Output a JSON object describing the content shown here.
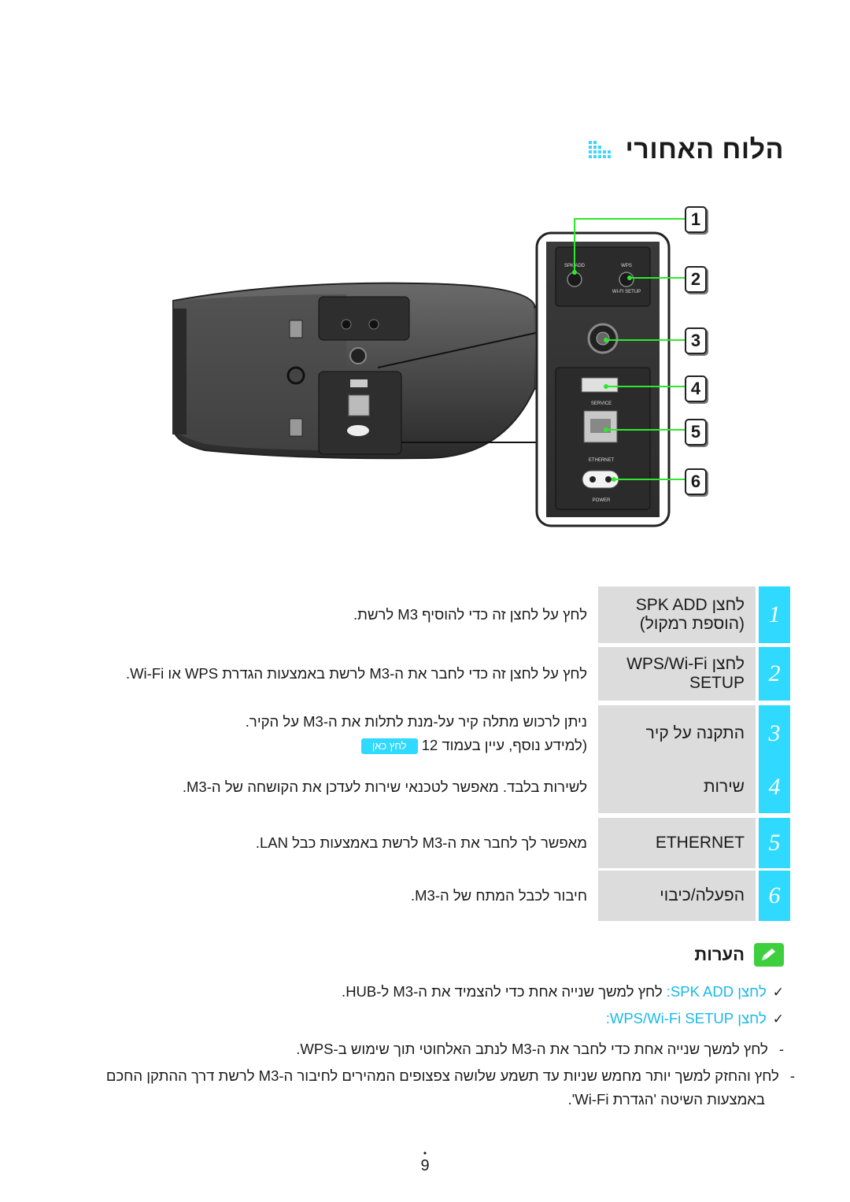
{
  "header": {
    "title": "הלוח האחורי",
    "icon": "equalizer-icon"
  },
  "illustration": {
    "panel_labels": {
      "spk_add": "SPK ADD",
      "wps": "WPS",
      "wifi_setup": "WI-FI SETUP",
      "service": "SERVICE",
      "ethernet": "ETHERNET",
      "power": "POWER"
    },
    "callouts": [
      "1",
      "2",
      "3",
      "4",
      "5",
      "6"
    ],
    "colors": {
      "callout_line": "#2ee82e",
      "panel": "#3a3a3a"
    }
  },
  "table": {
    "rows": [
      {
        "num": "1",
        "name": [
          "לחצן SPK ADD",
          "(הוספת רמקול)"
        ],
        "desc": [
          "לחץ על לחצן זה כדי להוסיף M3 לרשת."
        ]
      },
      {
        "num": "2",
        "name": [
          "לחצן WPS/Wi-Fi",
          "SETUP"
        ],
        "desc": [
          "לחץ על לחצן זה כדי לחבר את ה-M3 לרשת באמצעות הגדרת WPS או Wi-Fi."
        ]
      },
      {
        "num": "3",
        "name": [
          "התקנה על קיר"
        ],
        "desc": [
          "ניתן לרכוש מתלה קיר על-מנת לתלות את ה-M3 על הקיר.",
          "(למידע נוסף, עיין בעמוד 12"
        ],
        "link": "לחץ כאן"
      },
      {
        "num": "4",
        "name": [
          "שירות"
        ],
        "desc": [
          "לשירות בלבד. מאפשר לטכנאי שירות לעדכן את הקושחה של ה-M3."
        ]
      },
      {
        "num": "5",
        "name": [
          "ETHERNET"
        ],
        "desc": [
          "מאפשר לך לחבר את ה-M3 לרשת באמצעות כבל LAN."
        ]
      },
      {
        "num": "6",
        "name": [
          "הפעלה/כיבוי"
        ],
        "desc": [
          "חיבור לכבל המתח של ה-M3."
        ]
      }
    ],
    "colors": {
      "num_bg": "#2fd9ff",
      "name_bg": "#dcdcdc"
    }
  },
  "notes": {
    "title": "הערות",
    "icon": "pencil-note-icon",
    "items": [
      {
        "prefix": "לחצן SPK ADD:",
        "text": "לחץ למשך שנייה אחת כדי להצמיד את ה-M3 ל-HUB."
      },
      {
        "prefix": "לחצן WPS/Wi-Fi SETUP:",
        "text": ""
      }
    ],
    "subitems": [
      "לחץ למשך שנייה אחת כדי לחבר את ה-M3 לנתב האלחוטי תוך שימוש ב-WPS.",
      "לחץ והחזק למשך יותר מחמש שניות עד תשמע שלושה צפצופים המהירים לחיבור ה-M3 לרשת דרך ההתקן החכם",
      "באמצעות השיטה 'הגדרת Wi-Fi'."
    ]
  },
  "footer": {
    "page_number": "9"
  }
}
